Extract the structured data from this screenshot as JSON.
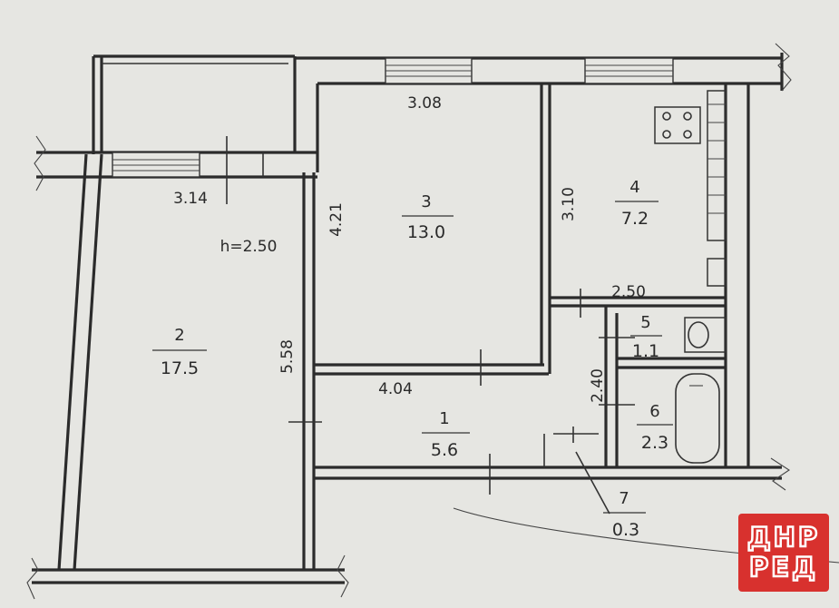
{
  "rooms": [
    {
      "number": "1",
      "area": "5.6"
    },
    {
      "number": "2",
      "area": "17.5"
    },
    {
      "number": "3",
      "area": "13.0"
    },
    {
      "number": "4",
      "area": "7.2"
    },
    {
      "number": "5",
      "area": "1.1"
    },
    {
      "number": "6",
      "area": "2.3"
    },
    {
      "number": "7",
      "area": "0.3"
    }
  ],
  "dimensions": {
    "room3_width": "3.08",
    "room2_width": "3.14",
    "room3_depth": "4.21",
    "room4_depth": "3.10",
    "room2_depth": "5.58",
    "hall_length": "4.04",
    "kitchen_wall": "2.50",
    "bath_length": "2.40"
  },
  "ceiling_height": "h=2.50",
  "watermark": {
    "line1": "ДНР",
    "line2": "РЕД"
  }
}
